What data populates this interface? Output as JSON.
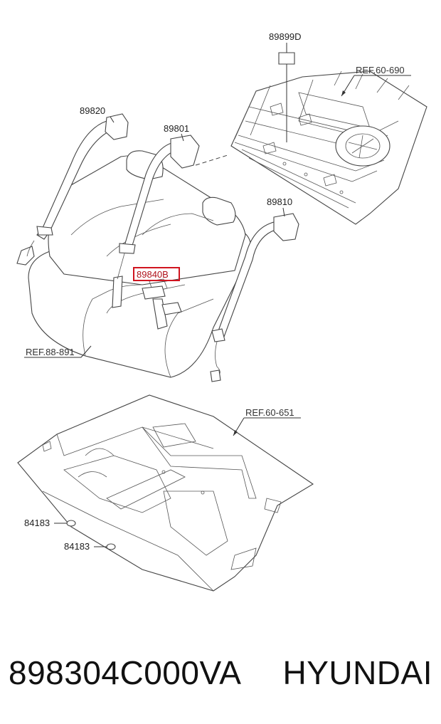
{
  "diagram": {
    "labels": {
      "p89899D": "89899D",
      "ref60690": "REF.60-690",
      "p89820": "89820",
      "p89801": "89801",
      "p89810": "89810",
      "p89840B": "89840B",
      "ref88891": "REF.88-891",
      "ref60651": "REF.60-651",
      "p84183a": "84183",
      "p84183b": "84183"
    },
    "highlight_color": "#d0141f"
  },
  "footer": {
    "part_number": "898304C000VA",
    "brand": "HYUNDAI"
  }
}
